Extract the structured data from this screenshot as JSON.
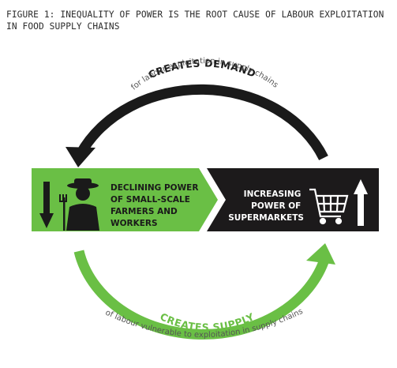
{
  "figure": {
    "title_line1": "FIGURE 1: INEQUALITY OF POWER IS THE ROOT CAUSE OF LABOUR EXPLOITATION",
    "title_line2": "IN FOOD SUPPLY CHAINS"
  },
  "top_arrow": {
    "heading": "CREATES DEMAND",
    "subtext": "for labour exploitation in supply chains",
    "color": "#1a1a1a"
  },
  "bottom_arrow": {
    "heading": "CREATES SUPPLY",
    "subtext": "of labour vulnerable to exploitation in supply chains",
    "color": "#6abf45"
  },
  "left_panel": {
    "line1": "DECLINING POWER",
    "line2": "OF SMALL-SCALE",
    "line3": "FARMERS AND",
    "line4": "WORKERS",
    "color": "#6abf45",
    "icons": [
      "down-arrow-icon",
      "farmer-icon"
    ]
  },
  "right_panel": {
    "line1": "INCREASING",
    "line2": "POWER OF",
    "line3": "SUPERMARKETS",
    "color": "#1c1a1b",
    "icons": [
      "shopping-cart-icon",
      "up-arrow-icon"
    ]
  }
}
